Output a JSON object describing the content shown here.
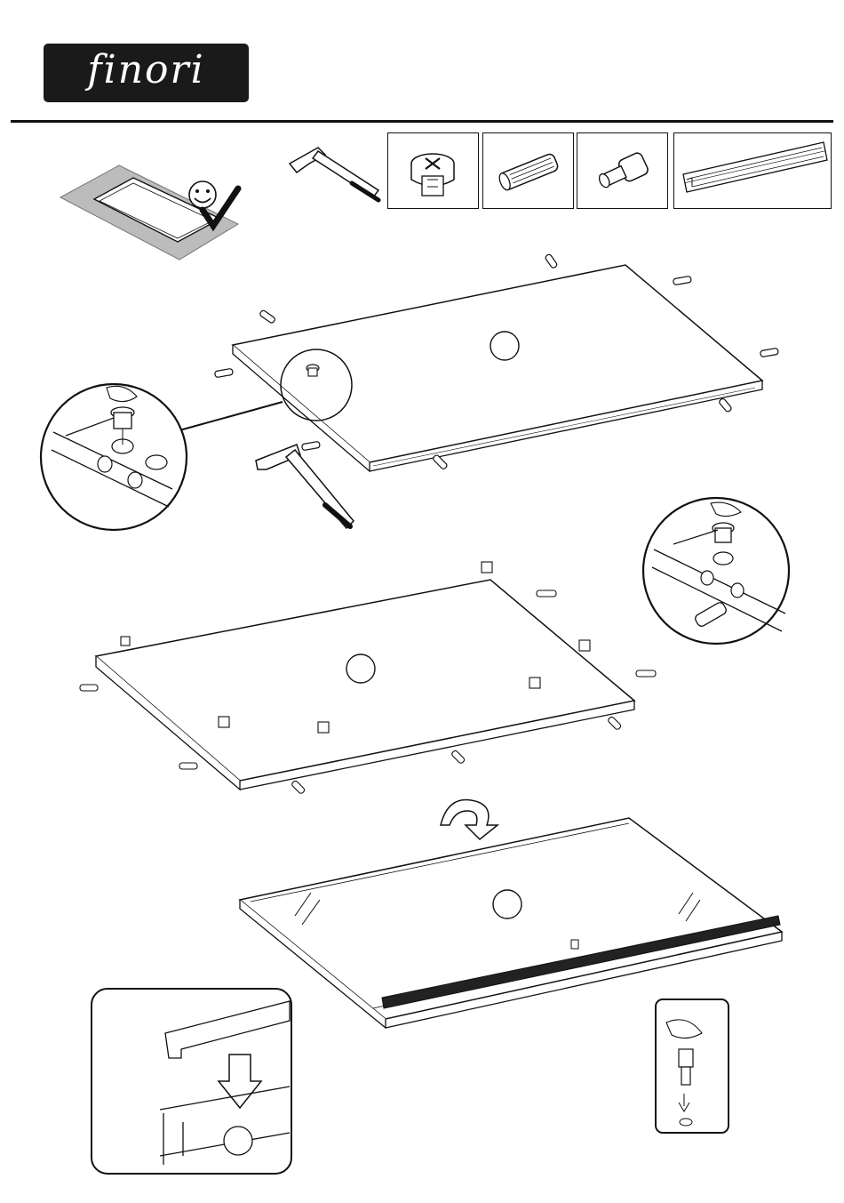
{
  "brand": {
    "logo_text": "finori"
  },
  "hardware_items": [
    {
      "icon": "cam-lock-icon"
    },
    {
      "icon": "wooden-dowel-icon"
    },
    {
      "icon": "cam-bolt-icon"
    },
    {
      "icon": "guide-rail-icon"
    }
  ],
  "tools": [
    "hammer-icon",
    "screwdriver-icon"
  ],
  "steps": [
    {
      "name": "work-on-soft-surface"
    },
    {
      "name": "insert-dowels-with-hammer"
    },
    {
      "name": "insert-cam-locks"
    },
    {
      "name": "flip-panel"
    },
    {
      "name": "mount-guide-rail"
    }
  ]
}
